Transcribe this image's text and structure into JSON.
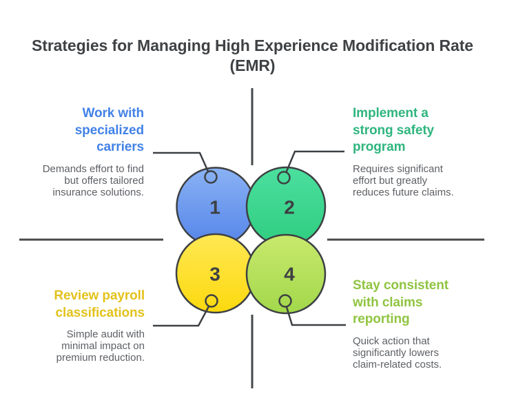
{
  "title": "Strategies for Managing High Experience Modification Rate\n(EMR)",
  "colors": {
    "title_text": "#3f4245",
    "body_text": "#5d6065",
    "outline": "#3d4043",
    "divider": "#46484b",
    "background": "#ffffff"
  },
  "strategies": [
    {
      "number": "1",
      "heading": "Work with\nspecialized\ncarriers",
      "description": "Demands effort to find\nbut offers tailored\ninsurance solutions.",
      "accent": "#4282e7",
      "circle_top": "#8ab2f4",
      "circle_bottom": "#5585e9"
    },
    {
      "number": "2",
      "heading": "Implement a\nstrong safety\nprogram",
      "description": "Requires significant\neffort but greatly\nreduces future claims.",
      "accent": "#2fb57e",
      "circle_top": "#4cdf9f",
      "circle_bottom": "#2fcd80"
    },
    {
      "number": "3",
      "heading": "Review payroll\nclassifications",
      "description": "Simple audit with\nminimal impact on\npremium reduction.",
      "accent": "#e3c21b",
      "circle_top": "#ffe854",
      "circle_bottom": "#fcd90e"
    },
    {
      "number": "4",
      "heading": "Stay consistent\nwith claims\nreporting",
      "description": "Quick action that\nsignificantly lowers\nclaim-related costs.",
      "accent": "#90c441",
      "circle_top": "#c9e96d",
      "circle_bottom": "#a2d84b"
    }
  ]
}
